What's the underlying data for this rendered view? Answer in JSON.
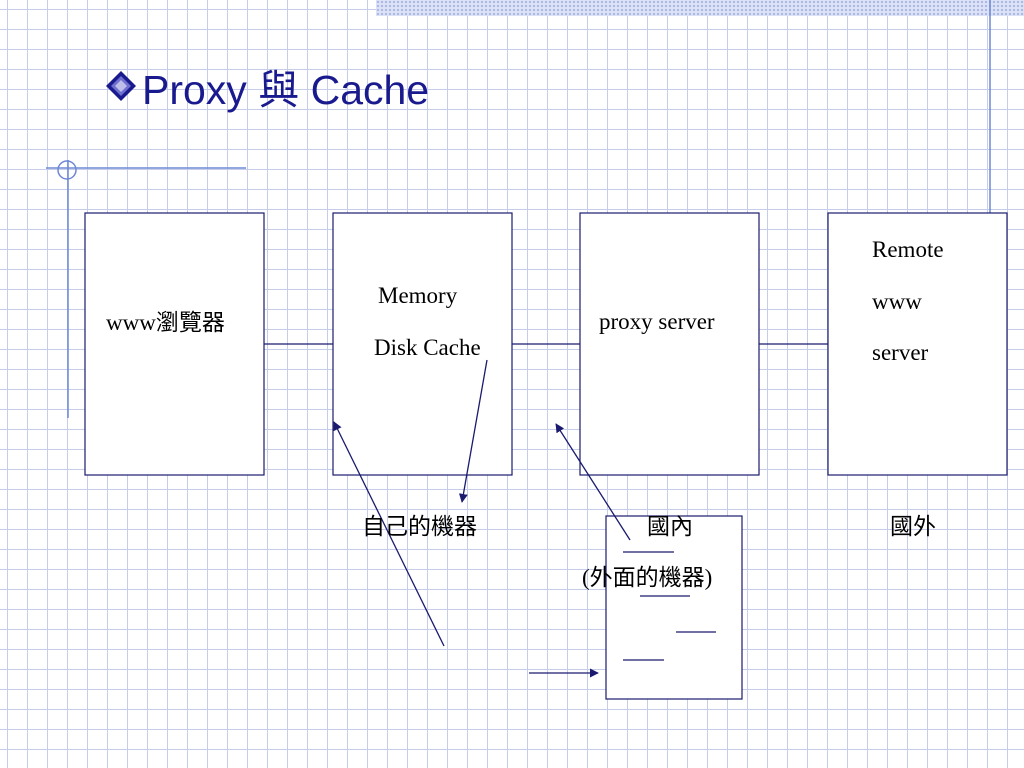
{
  "slide": {
    "title": "Proxy 與 Cache",
    "bullet_icon": "diamond-bullet-icon",
    "accent_color": "#1a1a8f"
  },
  "diagram": {
    "browser": "www瀏覽器",
    "cache": {
      "line1": "Memory",
      "line2": "Disk Cache"
    },
    "proxy": "proxy server",
    "remote": {
      "line1": "Remote",
      "line2": "www",
      "line3": "server"
    },
    "captions": {
      "own_machine": "自己的機器",
      "domestic": "國內",
      "outside_machine": "(外面的機器)",
      "foreign": "國外"
    }
  }
}
